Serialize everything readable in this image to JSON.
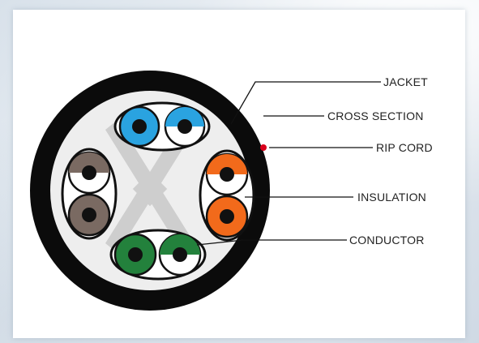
{
  "labels": {
    "jacket": "JACKET",
    "cross_section": "CROSS SECTION",
    "rip_cord": "RIP CORD",
    "insulation": "INSULATION",
    "conductor": "CONDUCTOR"
  },
  "colors": {
    "jacket": "#0b0b0b",
    "filler": "#eeeeee",
    "cross_section": "#c9c9c9",
    "rip_cord": "#d9001b",
    "pair_blue": "#2aa3e0",
    "pair_brown": "#7a6a62",
    "pair_orange": "#f26a1b",
    "pair_green": "#23813c",
    "white_stripe": "#ffffff",
    "conductor": "#111111"
  }
}
